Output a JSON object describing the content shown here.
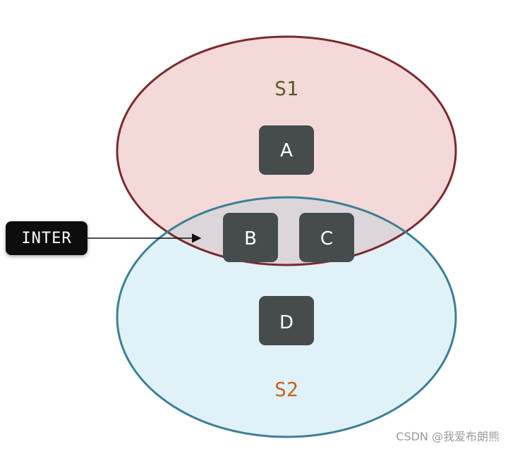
{
  "colors": {
    "set1_fill": "#f3d9d8",
    "set1_stroke": "#7a2a30",
    "set2_fill": "#e0f1f7",
    "set2_stroke": "#3a7f96",
    "intersection_fill": "#dcd6da",
    "element_fill": "#464b4c",
    "set1_label": "#5a5a2a",
    "set2_label": "#c0651e",
    "tag_bg": "#0d0d0d"
  },
  "sets": {
    "s1": {
      "label": "S1"
    },
    "s2": {
      "label": "S2"
    }
  },
  "elements": {
    "a": "A",
    "b": "B",
    "c": "C",
    "d": "D"
  },
  "annotation": {
    "label": "INTER"
  },
  "watermark": "CSDN @我爱布朗熊"
}
